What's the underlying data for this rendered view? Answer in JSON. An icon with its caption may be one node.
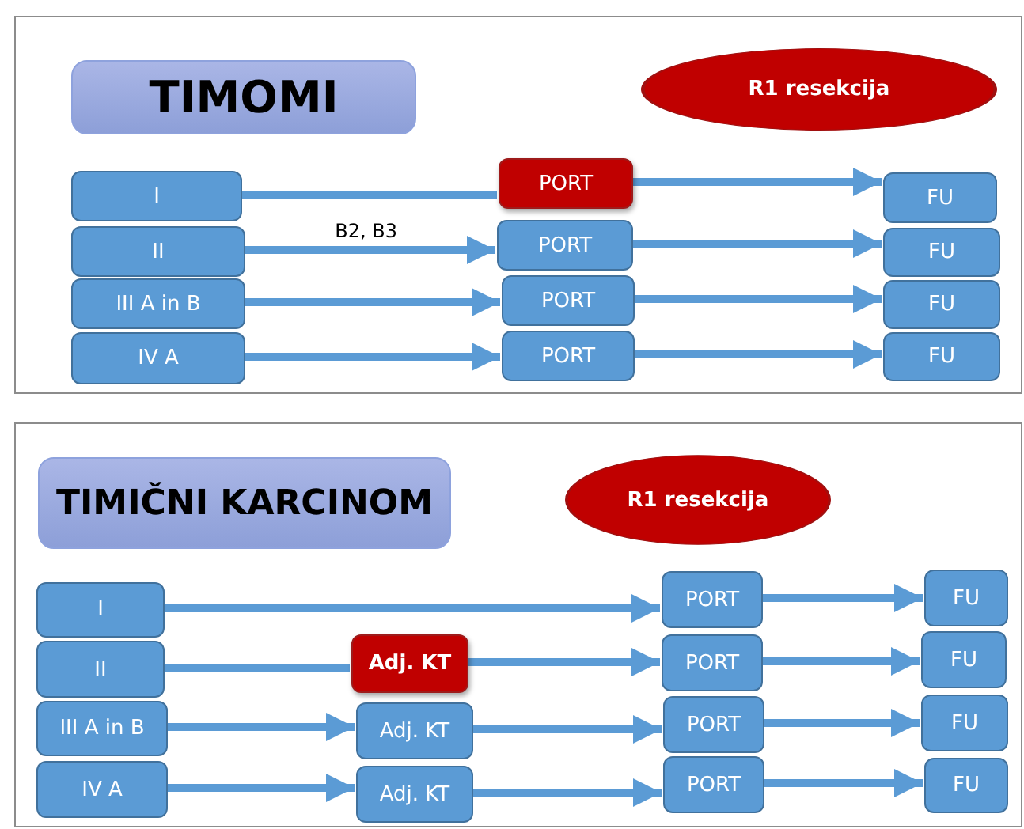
{
  "diagram": {
    "nodes": [
      {
        "text": [],
        "shape": "box"
      },
      {
        "text": [
          "TIMOMI"
        ],
        "in": 0
      },
      {
        "text": [
          "R1 resekcija"
        ],
        "in": 0
      },
      {
        "text": [
          "I"
        ],
        "in": 0
      },
      {
        "text": [
          "II"
        ],
        "in": 0
      },
      {
        "text": [
          "III A in B"
        ],
        "in": 0
      },
      {
        "text": [
          "IV A"
        ],
        "in": 0
      },
      {
        "text": [
          "PORT"
        ],
        "in": 0
      },
      {
        "text": [
          "PORT"
        ],
        "in": 0
      },
      {
        "text": [
          "PORT"
        ],
        "in": 0
      },
      {
        "text": [
          "PORT"
        ],
        "in": 0
      },
      {
        "text": [
          "FU"
        ],
        "in": 0
      },
      {
        "text": [
          "FU"
        ],
        "in": 0
      },
      {
        "text": [
          "FU"
        ],
        "in": 0
      },
      {
        "text": [
          "FU"
        ],
        "in": 0
      },
      {
        "text": [],
        "shape": "box"
      },
      {
        "text": [
          "TIMIČNI KARCINOM"
        ],
        "in": 15
      },
      {
        "text": [
          "R1 resekcija"
        ],
        "in": 15
      },
      {
        "text": [
          "I"
        ],
        "in": 15
      },
      {
        "text": [
          "II"
        ],
        "in": 15
      },
      {
        "text": [
          "III A in B"
        ],
        "in": 15
      },
      {
        "text": [
          "IV A"
        ],
        "in": 15
      },
      {
        "text": [
          "Adj. KT"
        ],
        "in": 15
      },
      {
        "text": [
          "Adj. KT"
        ],
        "in": 15
      },
      {
        "text": [
          "Adj. KT"
        ],
        "in": 15
      },
      {
        "text": [
          "PORT"
        ],
        "in": 15
      },
      {
        "text": [
          "PORT"
        ],
        "in": 15
      },
      {
        "text": [
          "PORT"
        ],
        "in": 15
      },
      {
        "text": [
          "PORT"
        ],
        "in": 15
      },
      {
        "text": [
          "FU"
        ],
        "in": 15
      },
      {
        "text": [
          "FU"
        ],
        "in": 15
      },
      {
        "text": [
          "FU"
        ],
        "in": 15
      },
      {
        "text": [
          "FU"
        ],
        "in": 15
      }
    ],
    "edges": [
      {
        "from": 3,
        "to": 7,
        "arrow": "none"
      },
      {
        "from": 7,
        "to": 11,
        "arrow": "to"
      },
      {
        "from": 4,
        "to": 8,
        "arrow": "to",
        "label": "B2, B3"
      },
      {
        "from": 8,
        "to": 12,
        "arrow": "to"
      },
      {
        "from": 5,
        "to": 9,
        "arrow": "to"
      },
      {
        "from": 9,
        "to": 13,
        "arrow": "to"
      },
      {
        "from": 6,
        "to": 10,
        "arrow": "to"
      },
      {
        "from": 10,
        "to": 14,
        "arrow": "to"
      },
      {
        "from": 18,
        "to": 25,
        "arrow": "to"
      },
      {
        "from": 25,
        "to": 29,
        "arrow": "to"
      },
      {
        "from": 19,
        "to": 22,
        "arrow": "none"
      },
      {
        "from": 22,
        "to": 26,
        "arrow": "to"
      },
      {
        "from": 26,
        "to": 30,
        "arrow": "to"
      },
      {
        "from": 20,
        "to": 23,
        "arrow": "to"
      },
      {
        "from": 23,
        "to": 27,
        "arrow": "to"
      },
      {
        "from": 27,
        "to": 31,
        "arrow": "to"
      },
      {
        "from": 21,
        "to": 24,
        "arrow": "to"
      },
      {
        "from": 24,
        "to": 28,
        "arrow": "to"
      },
      {
        "from": 28,
        "to": 32,
        "arrow": "to"
      }
    ]
  }
}
